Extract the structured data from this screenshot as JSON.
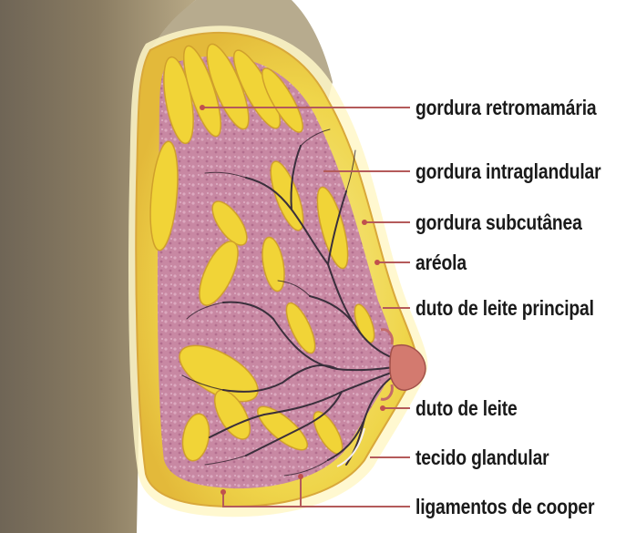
{
  "labels": {
    "retromammary_fat": "gordura retromamária",
    "intraglandular_fat": "gordura intraglandular",
    "subcutaneous_fat": "gordura subcutânea",
    "areola": "aréola",
    "main_milk_duct": "duto de leite principal",
    "milk_duct": "duto de leite",
    "glandular_tissue": "tecido glandular",
    "cooper_ligaments": "ligamentos de cooper"
  },
  "colors": {
    "skin": "#9a8a6c",
    "fat": "#efd13a",
    "glandular": "#c98aa6",
    "duct": "#3a2f3c",
    "leader_line": "#b45a5a",
    "text": "#1a1a1a"
  }
}
